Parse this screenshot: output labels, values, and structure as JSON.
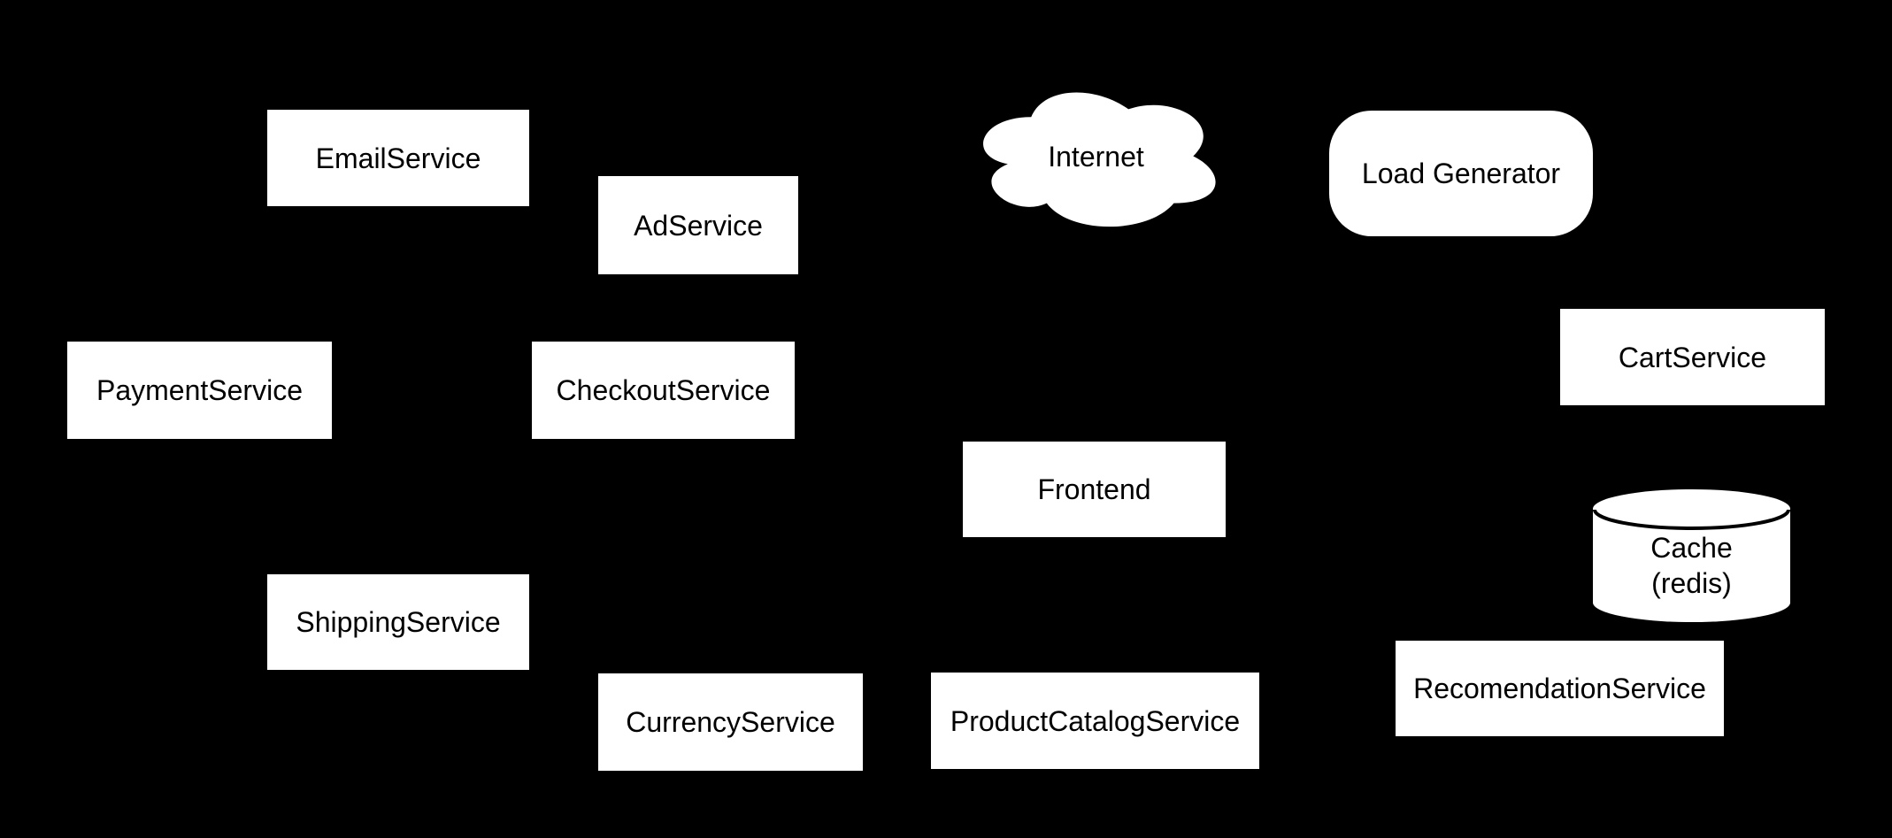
{
  "diagram": {
    "colors": {
      "background": "#000000",
      "fill": "#ffffff",
      "text": "#000000"
    },
    "nodes": {
      "email_service": {
        "label": "EmailService",
        "shape": "rectangle"
      },
      "ad_service": {
        "label": "AdService",
        "shape": "rectangle"
      },
      "internet": {
        "label": "Internet",
        "shape": "cloud"
      },
      "load_generator": {
        "label": "Load Generator",
        "shape": "rounded-rectangle"
      },
      "payment_service": {
        "label": "PaymentService",
        "shape": "rectangle"
      },
      "checkout_service": {
        "label": "CheckoutService",
        "shape": "rectangle"
      },
      "cart_service": {
        "label": "CartService",
        "shape": "rectangle"
      },
      "frontend": {
        "label": "Frontend",
        "shape": "rectangle"
      },
      "cache": {
        "label": "Cache\n(redis)",
        "shape": "cylinder"
      },
      "shipping_service": {
        "label": "ShippingService",
        "shape": "rectangle"
      },
      "currency_service": {
        "label": "CurrencyService",
        "shape": "rectangle"
      },
      "product_catalog_service": {
        "label": "ProductCatalogService",
        "shape": "rectangle"
      },
      "recomendation_service": {
        "label": "RecomendationService",
        "shape": "rectangle"
      }
    }
  }
}
